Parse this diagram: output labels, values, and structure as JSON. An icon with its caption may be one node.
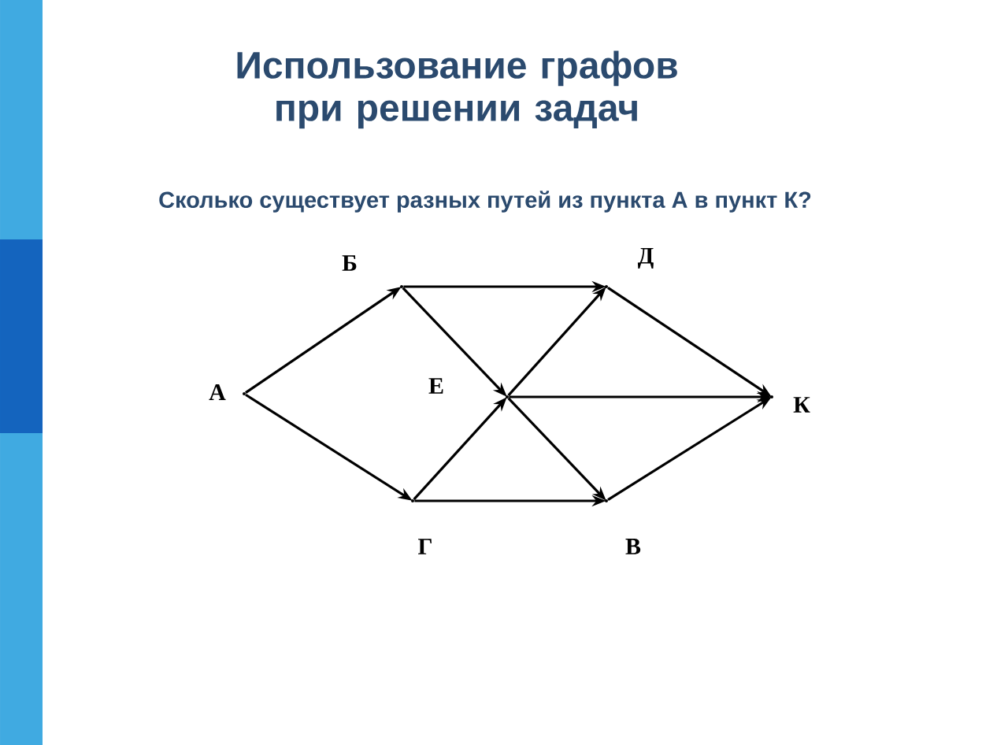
{
  "diagram": {
    "title": "Использование графов при решении задач",
    "caption": "Сколько существует разных путей из пункта А в пункт К?",
    "nodes": [
      {
        "text": [],
        "shape": "point",
        "beside": [
          "А"
        ]
      },
      {
        "text": [],
        "shape": "point",
        "beside": [
          "Б"
        ]
      },
      {
        "text": [],
        "shape": "point",
        "beside": [
          "Г"
        ]
      },
      {
        "text": [],
        "shape": "point",
        "beside": [
          "Е"
        ]
      },
      {
        "text": [],
        "shape": "point",
        "beside": [
          "Д"
        ]
      },
      {
        "text": [],
        "shape": "point",
        "beside": [
          "В"
        ]
      },
      {
        "text": [],
        "shape": "point",
        "beside": [
          "К"
        ]
      }
    ],
    "edges": [
      {
        "from": 0,
        "to": 1,
        "arrow": "to"
      },
      {
        "from": 0,
        "to": 2,
        "arrow": "to"
      },
      {
        "from": 1,
        "to": 4,
        "arrow": "to"
      },
      {
        "from": 1,
        "to": 3,
        "arrow": "to"
      },
      {
        "from": 2,
        "to": 3,
        "arrow": "to"
      },
      {
        "from": 2,
        "to": 5,
        "arrow": "to"
      },
      {
        "from": 3,
        "to": 4,
        "arrow": "to"
      },
      {
        "from": 3,
        "to": 6,
        "arrow": "to"
      },
      {
        "from": 3,
        "to": 5,
        "arrow": "to"
      },
      {
        "from": 4,
        "to": 6,
        "arrow": "to"
      },
      {
        "from": 5,
        "to": 6,
        "arrow": "to"
      }
    ]
  }
}
